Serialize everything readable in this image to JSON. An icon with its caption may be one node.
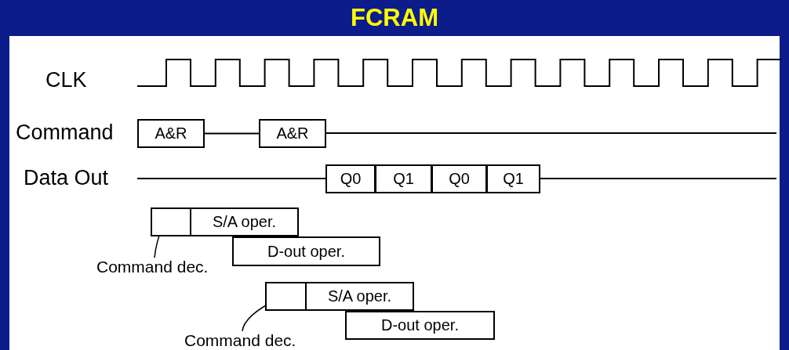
{
  "diagram": {
    "title": "FCRAM",
    "nodes": [
      {
        "text": [
          "A&R"
        ]
      },
      {
        "text": [
          "A&R"
        ]
      },
      {
        "text": [
          "Q0"
        ]
      },
      {
        "text": [
          "Q1"
        ]
      },
      {
        "text": [
          "Q0"
        ]
      },
      {
        "text": [
          "Q1"
        ]
      },
      {
        "text": [],
        "shape": "box"
      },
      {
        "text": [
          "S/A oper."
        ]
      },
      {
        "text": [
          "D-out oper."
        ]
      },
      {
        "text": [
          "Command dec."
        ]
      },
      {
        "text": [],
        "shape": "box"
      },
      {
        "text": [
          "S/A oper."
        ]
      },
      {
        "text": [
          "D-out oper."
        ]
      },
      {
        "text": [
          "Command dec."
        ]
      }
    ],
    "edges": [
      {
        "from": 0,
        "to": 1,
        "arrow": "none"
      },
      {
        "from": 9,
        "to": 6,
        "arrow": "none"
      },
      {
        "from": 13,
        "to": 10,
        "arrow": "none"
      }
    ],
    "labels": [
      "CLK",
      "Command",
      "Data Out"
    ]
  }
}
